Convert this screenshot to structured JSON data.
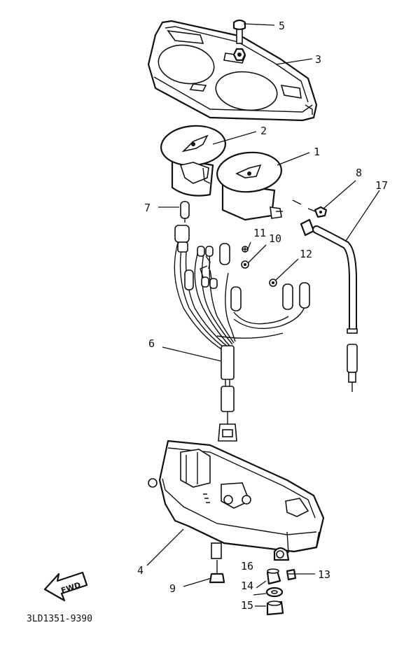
{
  "diagram": {
    "parts": [
      {
        "id": "1",
        "label": "1"
      },
      {
        "id": "2",
        "label": "2"
      },
      {
        "id": "3",
        "label": "3"
      },
      {
        "id": "4",
        "label": "4"
      },
      {
        "id": "5",
        "label": "5"
      },
      {
        "id": "6",
        "label": "6"
      },
      {
        "id": "7",
        "label": "7"
      },
      {
        "id": "8",
        "label": "8"
      },
      {
        "id": "9",
        "label": "9"
      },
      {
        "id": "10",
        "label": "10"
      },
      {
        "id": "11",
        "label": "11"
      },
      {
        "id": "12",
        "label": "12"
      },
      {
        "id": "13",
        "label": "13"
      },
      {
        "id": "14",
        "label": "14"
      },
      {
        "id": "15",
        "label": "15"
      },
      {
        "id": "16",
        "label": "16"
      },
      {
        "id": "17",
        "label": "17"
      }
    ],
    "fwd_label": "FWD",
    "drawing_code": "3LD1351-9390"
  }
}
